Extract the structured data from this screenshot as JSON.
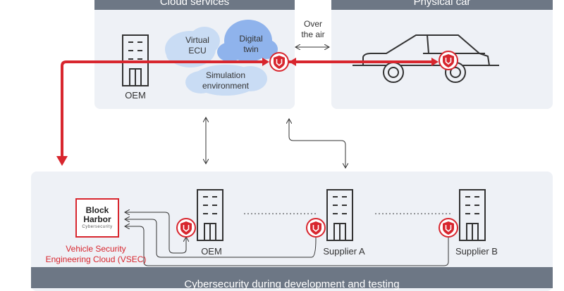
{
  "cloud_panel": {
    "header": "Cloud services",
    "oem_label": "OEM",
    "clouds": {
      "virtual_ecu": [
        "Virtual",
        "ECU"
      ],
      "digital_twin": [
        "Digital",
        "twin"
      ],
      "simulation": [
        "Simulation",
        "environment"
      ]
    }
  },
  "car_panel": {
    "header": "Physical car"
  },
  "ota_label": [
    "Over",
    "the air"
  ],
  "bottom_panel": {
    "logo": {
      "line1": "Block",
      "line2": "Harbor",
      "sub": "Cybersecurity"
    },
    "vsec_label": [
      "Vehicle Security",
      "Engineering Cloud (VSEC)"
    ],
    "buildings": [
      "OEM",
      "Supplier A",
      "Supplier B"
    ],
    "footer": "Cybersecurity during development and testing"
  },
  "colors": {
    "accent": "#d8262e",
    "panel": "#eef1f6",
    "header": "#6d7785",
    "cloud_light": "#c9dcf4",
    "cloud_dark": "#8fb3ec"
  }
}
